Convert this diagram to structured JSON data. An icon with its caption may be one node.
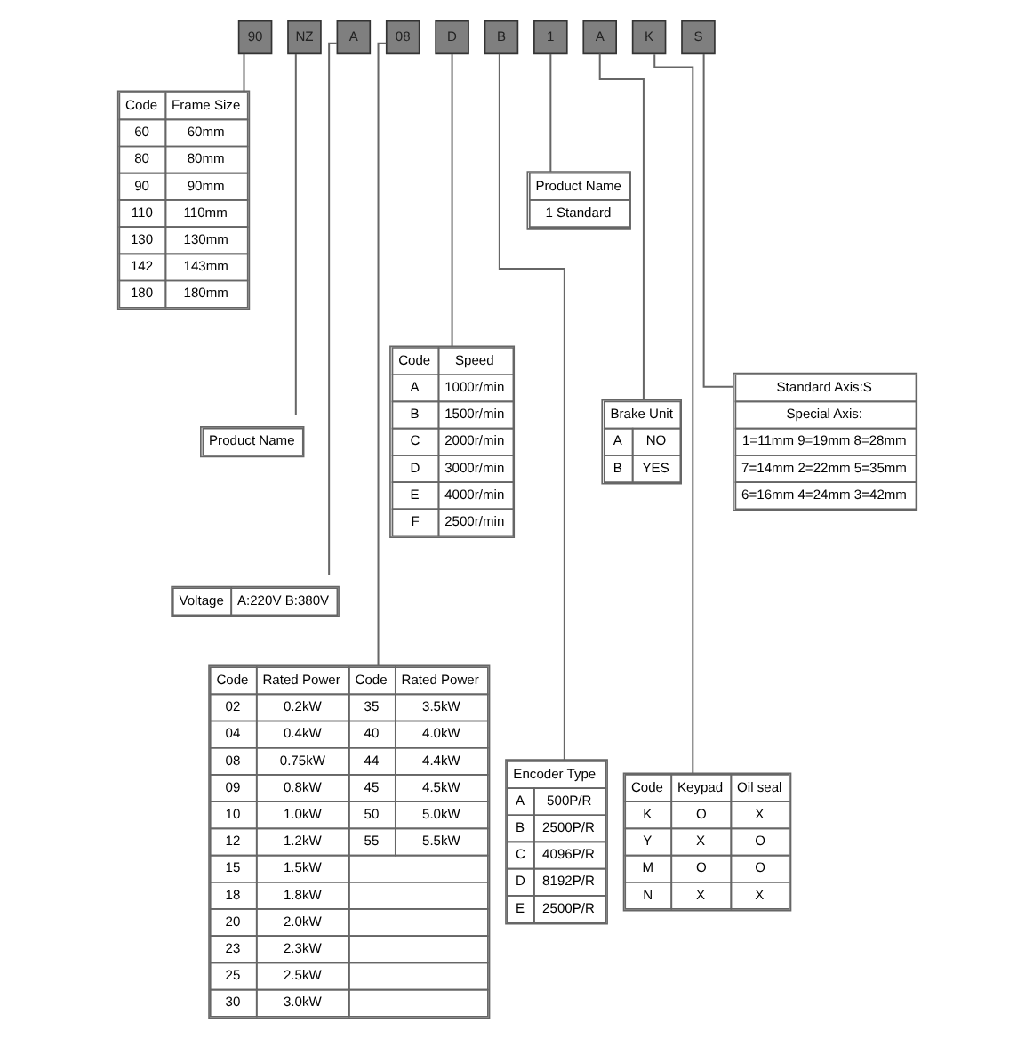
{
  "diagram": {
    "nodes": [
      {
        "text": [
          "90"
        ]
      },
      {
        "text": [
          "NZ"
        ]
      },
      {
        "text": [
          "A"
        ]
      },
      {
        "text": [
          "08"
        ]
      },
      {
        "text": [
          "D"
        ]
      },
      {
        "text": [
          "B"
        ]
      },
      {
        "text": [
          "1"
        ]
      },
      {
        "text": [
          "A"
        ]
      },
      {
        "text": [
          "K"
        ]
      },
      {
        "text": [
          "S"
        ]
      },
      {
        "text": [
          "Code",
          "Frame Size",
          "60",
          "60mm",
          "80",
          "80mm",
          "90",
          "90mm",
          "110",
          "110mm",
          "130",
          "130mm",
          "142",
          "143mm",
          "180",
          "180mm"
        ]
      },
      {
        "text": [
          "Product Name"
        ]
      },
      {
        "text": [
          "Voltage",
          "A:220V B:380V"
        ]
      },
      {
        "text": [
          "Product Name",
          "1 Standard"
        ]
      },
      {
        "text": [
          "Code",
          "Speed",
          "A",
          "1000r/min",
          "B",
          "1500r/min",
          "C",
          "2000r/min",
          "D",
          "3000r/min",
          "E",
          "4000r/min",
          "F",
          "2500r/min"
        ]
      },
      {
        "text": [
          "Brake Unit",
          "A",
          "NO",
          "B",
          "YES"
        ]
      },
      {
        "text": [
          "Standard Axis:S",
          "Special Axis:",
          "1=11mm 9=19mm 8=28mm",
          "7=14mm 2=22mm 5=35mm",
          "6=16mm 4=24mm 3=42mm"
        ]
      },
      {
        "text": [
          "Code",
          "Rated Power",
          "Code",
          "Rated Power",
          "02",
          "0.2kW",
          "35",
          "3.5kW",
          "04",
          "0.4kW",
          "40",
          "4.0kW",
          "08",
          "0.75kW",
          "44",
          "4.4kW",
          "09",
          "0.8kW",
          "45",
          "4.5kW",
          "10",
          "1.0kW",
          "50",
          "5.0kW",
          "12",
          "1.2kW",
          "55",
          "5.5kW",
          "15",
          "1.5kW",
          "18",
          "1.8kW",
          "20",
          "2.0kW",
          "23",
          "2.3kW",
          "25",
          "2.5kW",
          "30",
          "3.0kW"
        ]
      },
      {
        "text": [
          "Encoder Type",
          "A",
          "500P/R",
          "B",
          "2500P/R",
          "C",
          "4096P/R",
          "D",
          "8192P/R",
          "E",
          "2500P/R"
        ]
      },
      {
        "text": [
          "Code",
          "Keypad",
          "Oil seal",
          "K",
          "O",
          "X",
          "Y",
          "X",
          "O",
          "M",
          "O",
          "O",
          "N",
          "X",
          "X"
        ]
      }
    ],
    "edges": [
      {
        "from": 0,
        "to": 10,
        "arrow": "none"
      },
      {
        "from": 1,
        "to": 11,
        "arrow": "none"
      },
      {
        "from": 2,
        "to": 12,
        "arrow": "none"
      },
      {
        "from": 3,
        "to": 17,
        "arrow": "none"
      },
      {
        "from": 4,
        "to": 14,
        "arrow": "none"
      },
      {
        "from": 5,
        "to": 18,
        "arrow": "none"
      },
      {
        "from": 6,
        "to": 13,
        "arrow": "none"
      },
      {
        "from": 7,
        "to": 15,
        "arrow": "none"
      },
      {
        "from": 8,
        "to": 19,
        "arrow": "none"
      },
      {
        "from": 9,
        "to": 16,
        "arrow": "none"
      }
    ]
  }
}
